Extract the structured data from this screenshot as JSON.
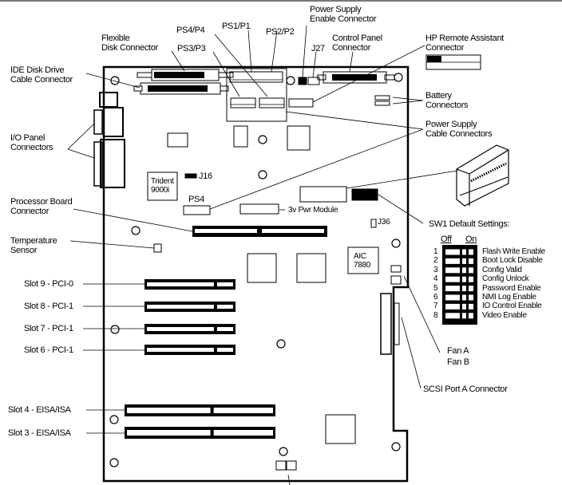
{
  "diagram": {
    "title": "System board component locations",
    "labels": {
      "flexible_disk": [
        "Flexible",
        "Disk Connector"
      ],
      "ide_disk": [
        "IDE Disk Drive",
        "Cable Connector"
      ],
      "io_panel": [
        "I/O Panel",
        "Connectors"
      ],
      "ps4_p4": "PS4/P4",
      "ps3_p3": "PS3/P3",
      "ps1_p1": "PS1/P1",
      "ps2_p2": "PS2/P2",
      "ps_enable": [
        "Power Supply",
        "Enable Connector"
      ],
      "j27": "J27",
      "control_panel": [
        "Control Panel",
        "Connector"
      ],
      "hp_remote": [
        "HP Remote Assistant",
        "Connector"
      ],
      "battery": [
        "Battery",
        "Connectors"
      ],
      "ps_cable": [
        "Power Supply",
        "Cable Connectors"
      ],
      "trident": [
        "Trident",
        "9000i"
      ],
      "j16": "J16",
      "ps4": "PS4",
      "pwr_module": "3v Pwr Module",
      "j36": "J36",
      "processor_board": [
        "Processor Board",
        "Connector"
      ],
      "temp_sensor": [
        "Temperature",
        "Sensor"
      ],
      "aic": [
        "AIC",
        "7880"
      ],
      "fan": [
        "Fan A",
        "Fan B"
      ],
      "scsi": "SCSI Port A Connector"
    },
    "slots": [
      {
        "label": "Slot 9 - PCI-0"
      },
      {
        "label": "Slot 8 - PCI-1"
      },
      {
        "label": "Slot 7 - PCI-1"
      },
      {
        "label": "Slot 6 - PCI-1"
      },
      {
        "label": "Slot 4 - EISA/ISA"
      },
      {
        "label": "Slot 3 - EISA/ISA"
      }
    ],
    "sw1": {
      "title": "SW1 Default Settings:",
      "off_label": "Off",
      "on_label": "On",
      "switches": [
        {
          "num": "1",
          "name": "Flash Write Enable",
          "state": "off"
        },
        {
          "num": "2",
          "name": "Boot Lock Disable",
          "state": "off"
        },
        {
          "num": "3",
          "name": "Config Valid",
          "state": "off"
        },
        {
          "num": "4",
          "name": "Config Unlock",
          "state": "off"
        },
        {
          "num": "5",
          "name": "Password Enable",
          "state": "off"
        },
        {
          "num": "6",
          "name": "NMI Log Enable",
          "state": "off"
        },
        {
          "num": "7",
          "name": "IO Control Enable",
          "state": "off"
        },
        {
          "num": "8",
          "name": "Video Enable",
          "state": "off"
        }
      ]
    }
  }
}
